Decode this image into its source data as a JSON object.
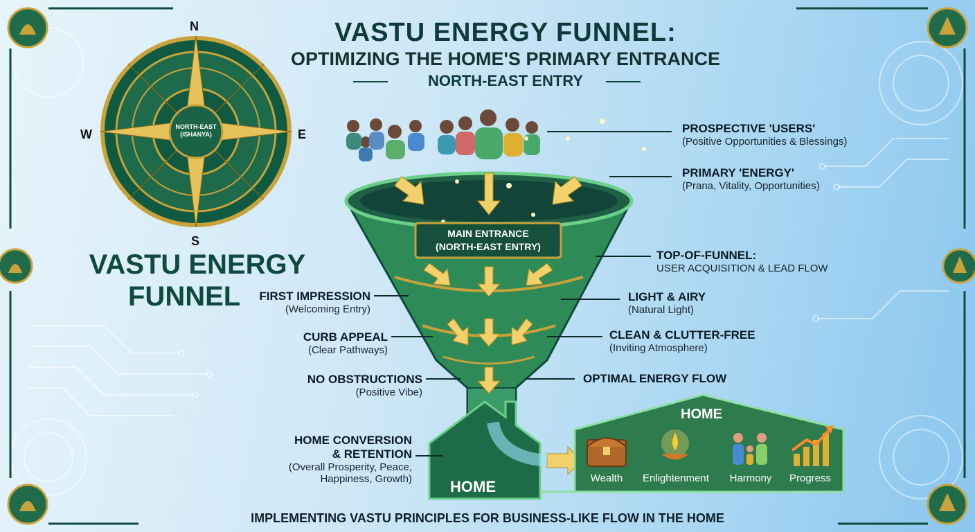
{
  "title": {
    "line1": "VASTU ENERGY FUNNEL:",
    "line2": "OPTIMIZING THE HOME'S PRIMARY ENTRANCE",
    "line3": "NORTH-EAST ENTRY"
  },
  "side_title": {
    "line1": "VASTU ENERGY",
    "line2": "FUNNEL"
  },
  "compass": {
    "north": "N",
    "south": "S",
    "east": "E",
    "west": "W",
    "center_line1": "NORTH-EAST",
    "center_line2": "(ISHANYA)",
    "icon": "compass-rose-icon"
  },
  "funnel_banner": {
    "line1": "MAIN ENTRANCE",
    "line2": "(NORTH-EAST ENTRY)"
  },
  "right_labels": [
    {
      "heading": "PROSPECTIVE 'USERS'",
      "sub": "(Positive Opportunities & Blessings)"
    },
    {
      "heading": "PRIMARY 'ENERGY'",
      "sub": "(Prana, Vitality, Opportunities)"
    },
    {
      "heading": "TOP-OF-FUNNEL:",
      "sub": "USER ACQUISITION & LEAD FLOW"
    },
    {
      "heading": "LIGHT & AIRY",
      "sub": "(Natural Light)"
    },
    {
      "heading": "CLEAN & CLUTTER-FREE",
      "sub": "(Inviting Atmosphere)"
    },
    {
      "heading": "OPTIMAL ENERGY FLOW",
      "sub": ""
    }
  ],
  "left_labels": [
    {
      "heading": "FIRST IMPRESSION",
      "sub": "(Welcoming Entry)"
    },
    {
      "heading": "CURB APPEAL",
      "sub": "(Clear Pathways)"
    },
    {
      "heading": "NO OBSTRUCTIONS",
      "sub": "(Positive Vibe)"
    },
    {
      "heading": "HOME CONVERSION",
      "heading2": "& RETENTION",
      "sub": "(Overall Prosperity, Peace,",
      "sub2": "Happiness, Growth)"
    }
  ],
  "home": {
    "house_label": "HOME",
    "panel_title": "HOME",
    "benefits": [
      {
        "label": "Wealth",
        "icon": "treasure-chest-icon"
      },
      {
        "label": "Enlightenment",
        "icon": "diya-lamp-icon"
      },
      {
        "label": "Harmony",
        "icon": "family-icon"
      },
      {
        "label": "Progress",
        "icon": "growth-chart-icon"
      }
    ]
  },
  "footer": "IMPLEMENTING VASTU PRINCIPLES FOR BUSINESS-LIKE FLOW IN THE HOME",
  "colors": {
    "dark_green": "#0f4a3e",
    "funnel_green": "#2e8b57",
    "gold": "#c9a23a",
    "arrow_gold": "#f2d06b",
    "sky_blue": "#a9d6f2"
  }
}
